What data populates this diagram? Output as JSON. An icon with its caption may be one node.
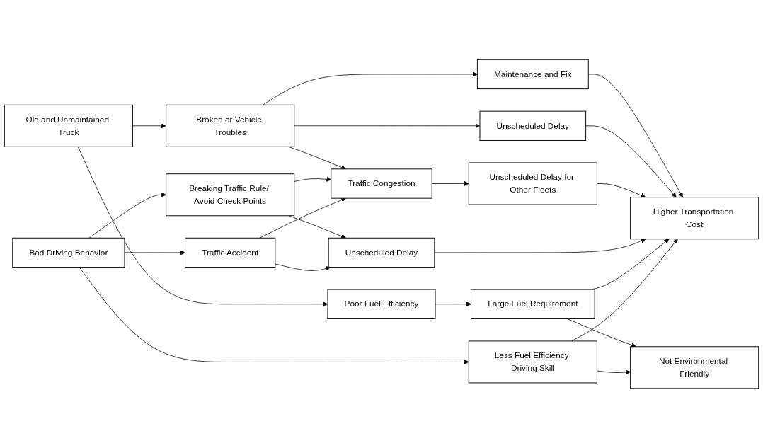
{
  "diagram": {
    "nodes": [
      {
        "text": [
          "Bad Driving Behavior"
        ]
      },
      {
        "text": [
          "Less Fuel Efficiency Driving Skill"
        ]
      },
      {
        "text": [
          "Traffic Accident"
        ]
      },
      {
        "text": [
          "Breaking Traffic Rule/ Avoid Check Points"
        ]
      },
      {
        "text": [
          "Unscheduled Delay"
        ]
      },
      {
        "text": [
          "Traffic Congestion"
        ]
      },
      {
        "text": [
          "Unscheduled Delay for Other Fleets"
        ]
      },
      {
        "text": [
          "Old and Unmaintained Truck"
        ]
      },
      {
        "text": [
          "Broken or Vehicle Troubles"
        ]
      },
      {
        "text": [
          "Unscheduled Delay"
        ]
      },
      {
        "text": [
          "Maintenance and Fix"
        ]
      },
      {
        "text": [
          "Poor Fuel Efficiency"
        ]
      },
      {
        "text": [
          "Large Fuel Requirement"
        ]
      },
      {
        "text": [
          "Higher Transportation Cost"
        ]
      },
      {
        "text": [
          "Not Environmental Friendly"
        ]
      }
    ],
    "edges": [
      {
        "from": 0,
        "to": 1,
        "arrow": "to"
      },
      {
        "from": 0,
        "to": 2,
        "arrow": "to"
      },
      {
        "from": 0,
        "to": 3,
        "arrow": "to"
      },
      {
        "from": 1,
        "to": 13,
        "arrow": "to"
      },
      {
        "from": 1,
        "to": 14,
        "arrow": "to"
      },
      {
        "from": 2,
        "to": 4,
        "arrow": "to"
      },
      {
        "from": 3,
        "to": 4,
        "arrow": "to"
      },
      {
        "from": 2,
        "to": 5,
        "arrow": "to"
      },
      {
        "from": 3,
        "to": 5,
        "arrow": "to"
      },
      {
        "from": 5,
        "to": 6,
        "arrow": "to"
      },
      {
        "from": 8,
        "to": 5,
        "arrow": "to"
      },
      {
        "from": 7,
        "to": 8,
        "arrow": "to"
      },
      {
        "from": 7,
        "to": 11,
        "arrow": "to"
      },
      {
        "from": 8,
        "to": 9,
        "arrow": "to"
      },
      {
        "from": 8,
        "to": 10,
        "arrow": "to"
      },
      {
        "from": 11,
        "to": 12,
        "arrow": "to"
      },
      {
        "from": 12,
        "to": 13,
        "arrow": "to"
      },
      {
        "from": 12,
        "to": 14,
        "arrow": "to"
      },
      {
        "from": 4,
        "to": 13,
        "arrow": "to"
      },
      {
        "from": 6,
        "to": 13,
        "arrow": "to"
      },
      {
        "from": 9,
        "to": 13,
        "arrow": "to"
      },
      {
        "from": 10,
        "to": 13,
        "arrow": "to"
      }
    ]
  }
}
